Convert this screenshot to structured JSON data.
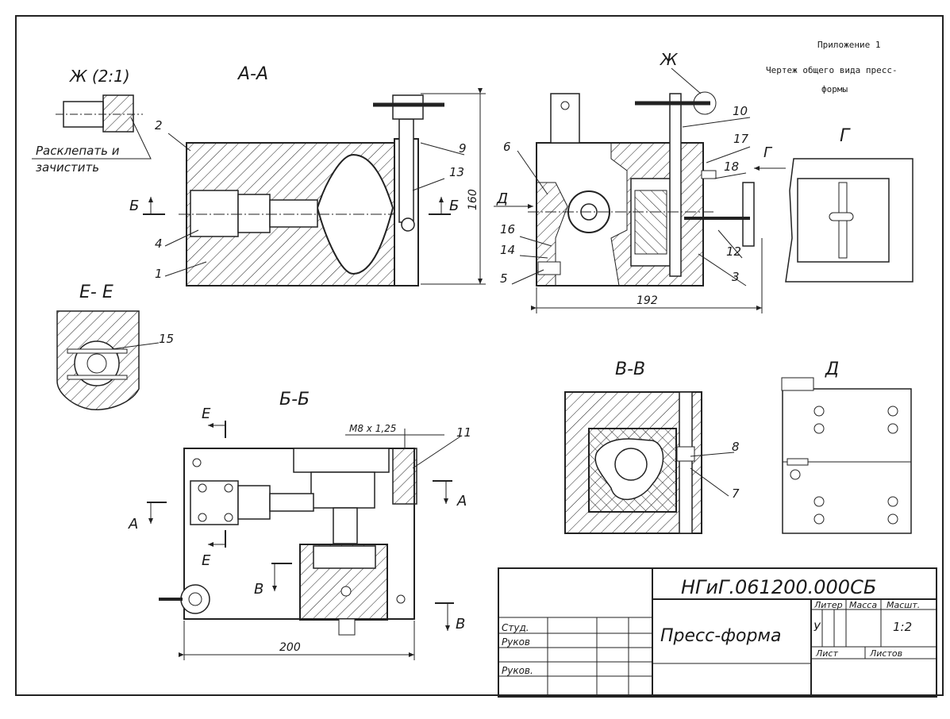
{
  "header": {
    "appendix": "Приложение 1",
    "title_line1": "Чертеж общего вида пресс-",
    "title_line2": "формы"
  },
  "views": {
    "zh": "Ж (2:1)",
    "aa": "А-А",
    "zh_mark": "Ж",
    "g_view": "Г",
    "g_arrow": "Г",
    "e_e": "Е- Е",
    "b_b": "Б-Б",
    "v_v": "В-В",
    "d_view": "Д",
    "d_arrow": "Д",
    "b_left": "Б",
    "b_right": "Б",
    "e_top": "Е",
    "e_bottom": "Е",
    "a_left": "А",
    "a_right": "А",
    "v_left": "В",
    "v_right": "В"
  },
  "notes": {
    "rivet_line1": "Расклепать и",
    "rivet_line2": "зачистить",
    "thread": "М8 х 1,25"
  },
  "dimensions": {
    "height_aa": "160",
    "width_side": "192",
    "width_bb": "200"
  },
  "callouts": [
    "1",
    "2",
    "3",
    "4",
    "5",
    "6",
    "7",
    "8",
    "9",
    "10",
    "11",
    "12",
    "13",
    "14",
    "15",
    "16",
    "17",
    "18"
  ],
  "title_block": {
    "doc_number": "НГиГ.061200.000СБ",
    "name": "Пресс-форма",
    "litera": "Литер",
    "massa": "Масса",
    "masshtab": "Масшт.",
    "litera_value": "У",
    "scale_value": "1:2",
    "list": "Лист",
    "listov": "Листов",
    "stud": "Студ.",
    "rukov1": "Руков",
    "rukov2": "Руков."
  }
}
